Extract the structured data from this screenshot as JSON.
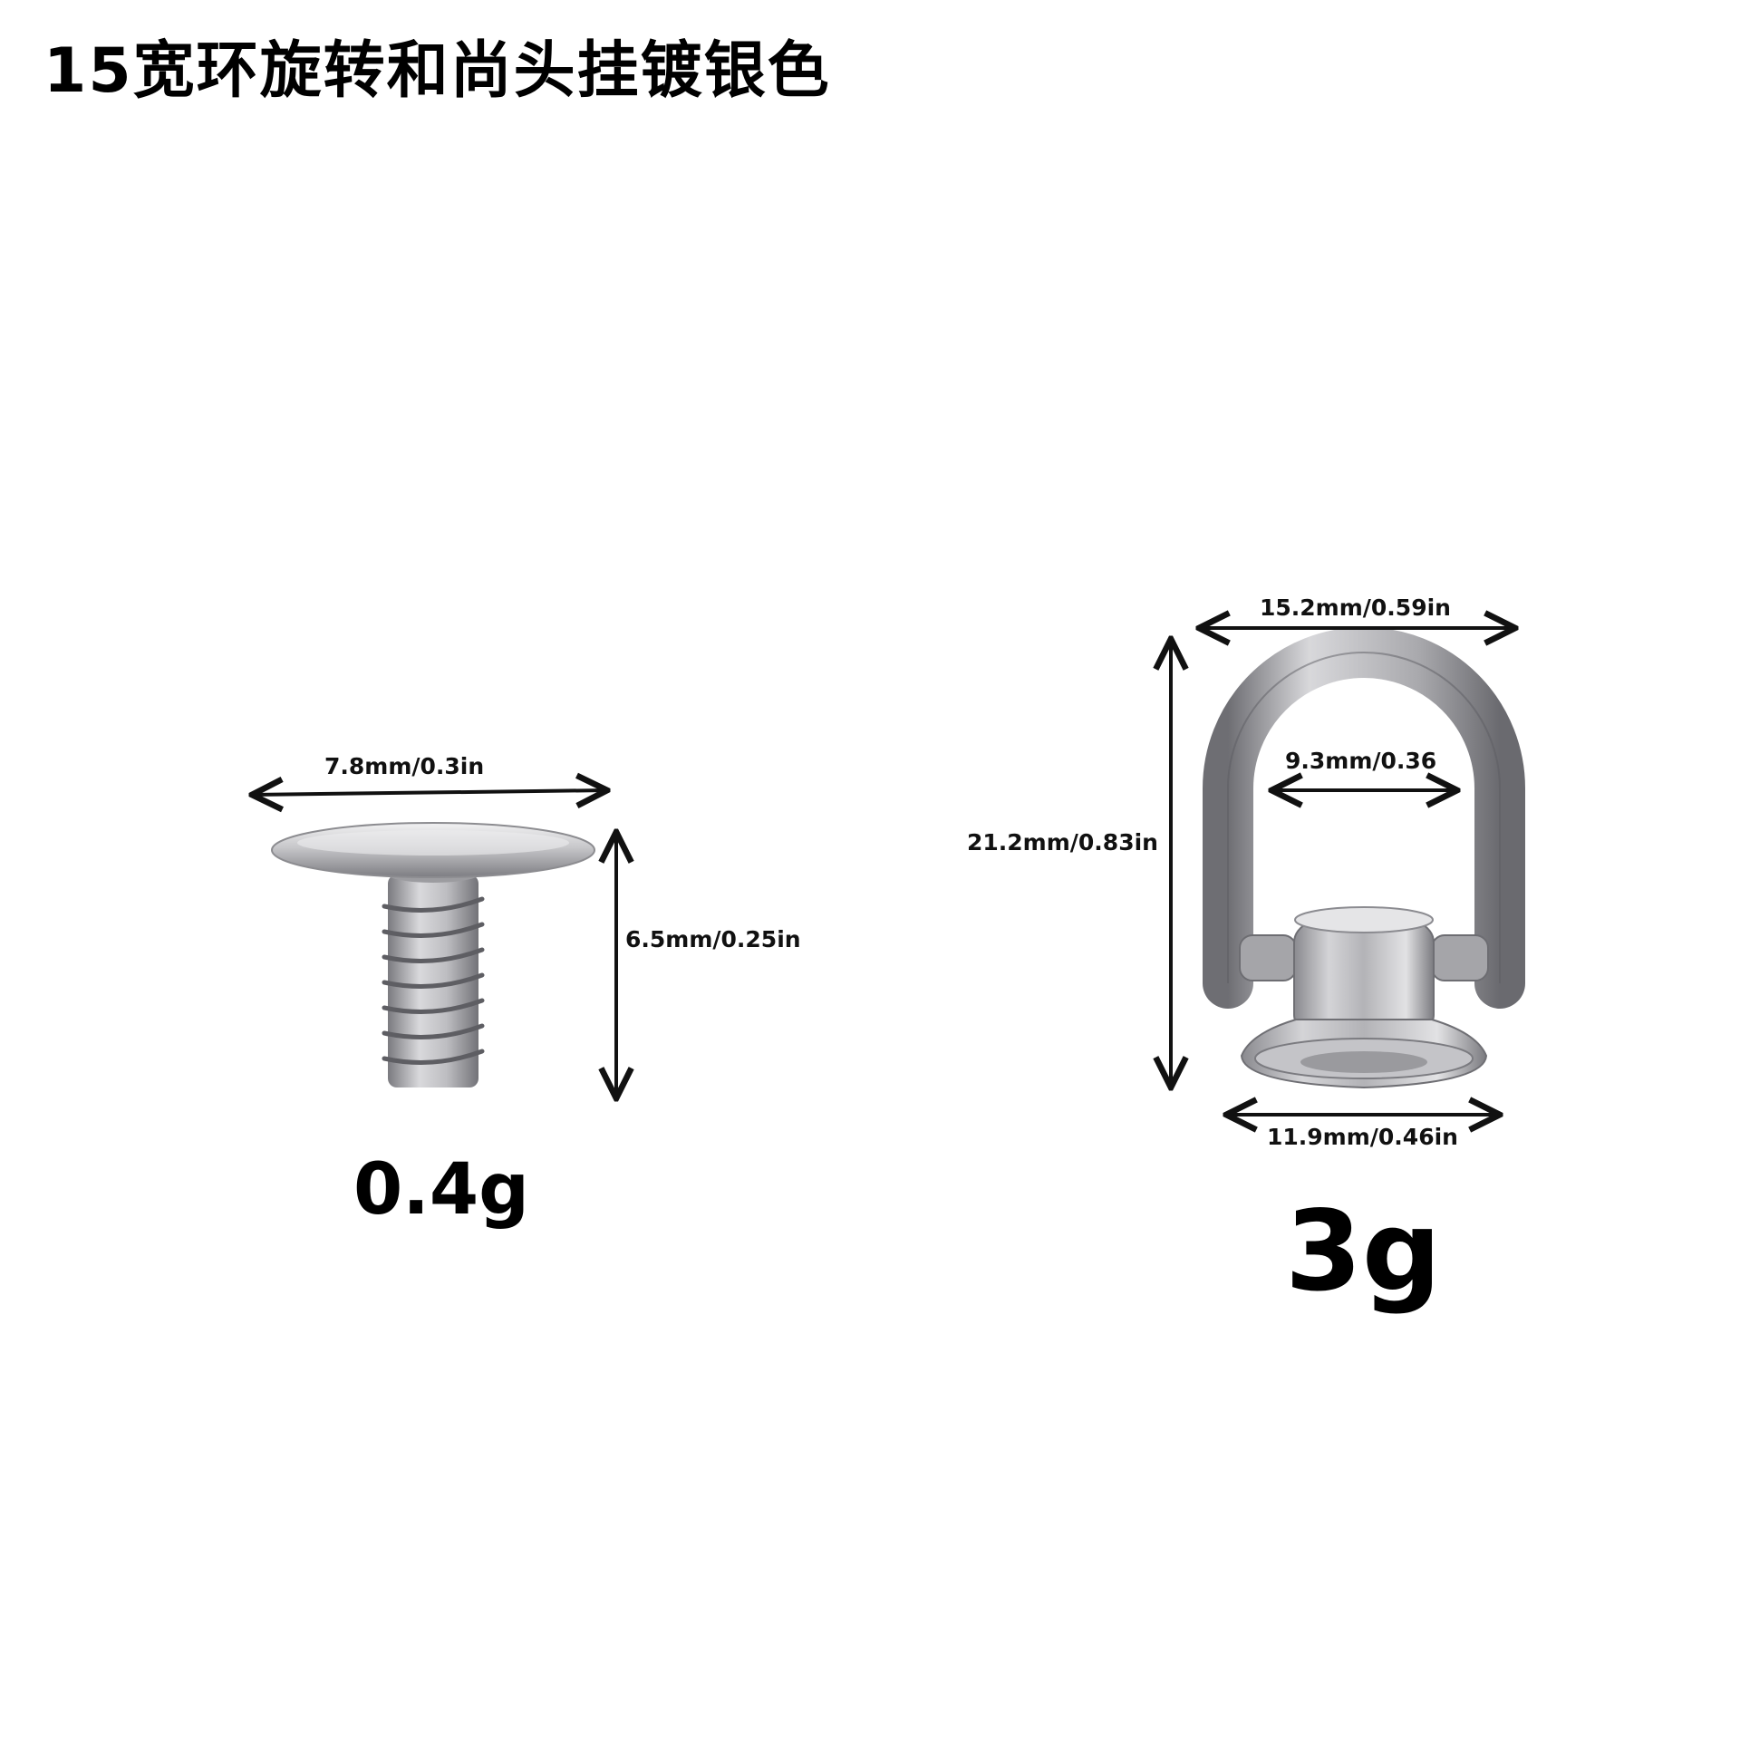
{
  "title": "15宽环旋转和尚头挂镀银色",
  "screw": {
    "width_label": "7.8mm/0.3in",
    "height_label": "6.5mm/0.25in",
    "weight": "0.4g"
  },
  "ring": {
    "outer_width_label": "15.2mm/0.59in",
    "inner_width_label": "9.3mm/0.36",
    "height_label": "21.2mm/0.83in",
    "base_width_label": "11.9mm/0.46in",
    "weight": "3g"
  },
  "colors": {
    "metal_light": "#e6e6e8",
    "metal_mid": "#b9b9bd",
    "metal_dark": "#6f6f74",
    "arrow": "#111111"
  }
}
